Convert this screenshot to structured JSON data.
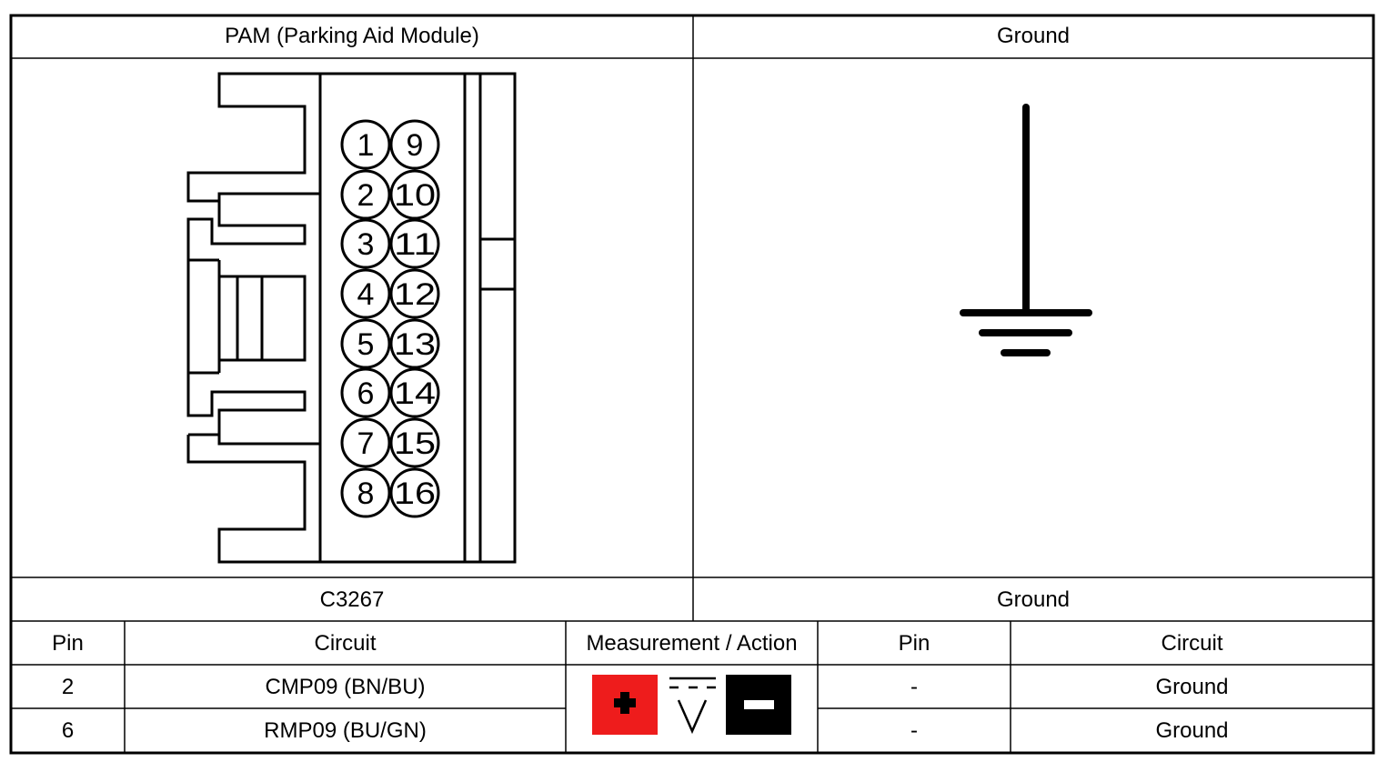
{
  "header": {
    "left_title": "PAM (Parking Aid Module)",
    "right_title": "Ground"
  },
  "connector": {
    "id": "C3267",
    "pins_left": [
      "1",
      "2",
      "3",
      "4",
      "5",
      "6",
      "7",
      "8"
    ],
    "pins_right": [
      "9",
      "10",
      "11",
      "12",
      "13",
      "14",
      "15",
      "16"
    ]
  },
  "ground": {
    "label": "Ground",
    "icon": "ground-symbol-icon"
  },
  "table": {
    "headers": {
      "pin": "Pin",
      "circuit": "Circuit",
      "measurement": "Measurement / Action",
      "pin2": "Pin",
      "circuit2": "Circuit"
    },
    "rows": [
      {
        "pin": "2",
        "circuit": "CMP09 (BN/BU)",
        "pin2": "-",
        "circuit2": "Ground"
      },
      {
        "pin": "6",
        "circuit": "RMP09 (BU/GN)",
        "pin2": "-",
        "circuit2": "Ground"
      }
    ],
    "measurement_icons": [
      "positive-probe-icon",
      "dc-voltage-icon",
      "negative-probe-icon"
    ]
  },
  "colors": {
    "positive": "#ee1c1c",
    "negative": "#000000",
    "border": "#000000"
  }
}
